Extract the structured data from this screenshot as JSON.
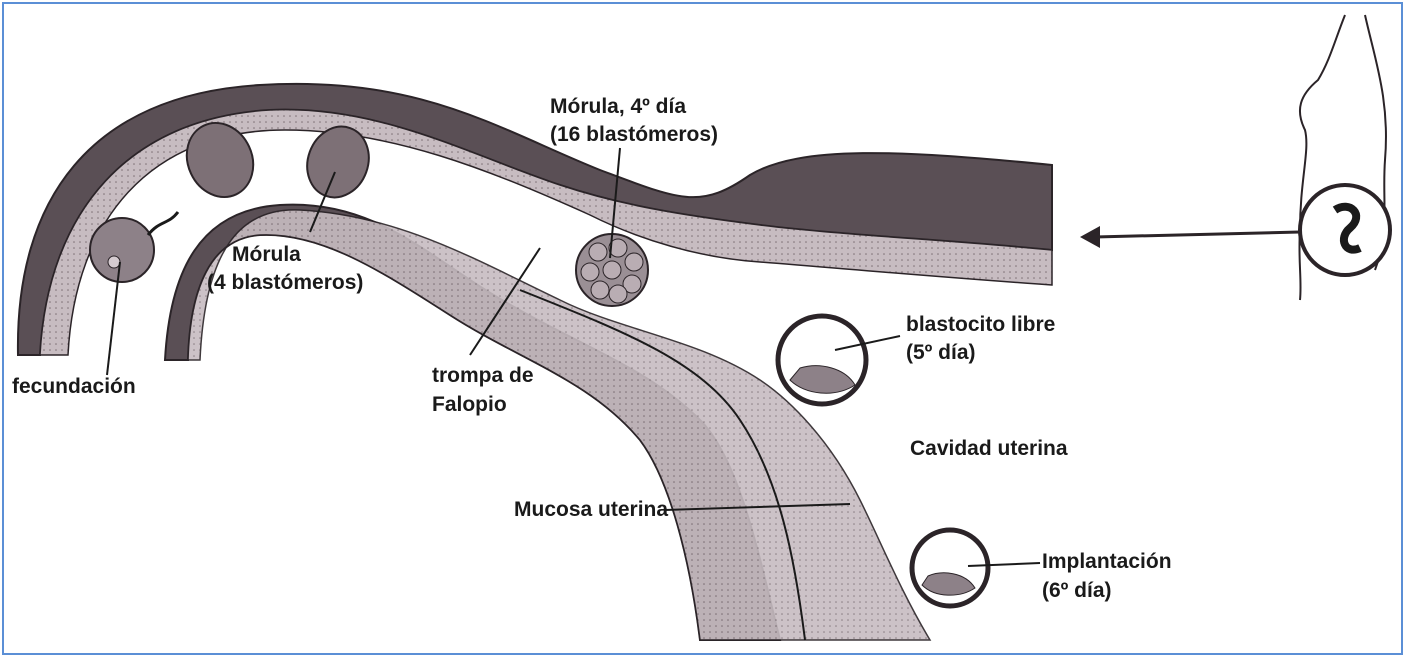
{
  "labels": {
    "morula16_line1": "Mórula, 4º día",
    "morula16_line2": "(16 blastómeros)",
    "morula4_line1": "Mórula",
    "morula4_line2": "(4 blastómeros)",
    "fecundacion": "fecundación",
    "trompa_line1": "trompa de",
    "trompa_line2": "Falopio",
    "blastocito_line1": "blastocito libre",
    "blastocito_line2": "(5º día)",
    "cavidad": "Cavidad uterina",
    "mucosa": "Mucosa uterina",
    "implantacion_line1": "Implantación",
    "implantacion_line2": "(6º día)"
  },
  "colors": {
    "frame": "#5b8fd6",
    "tissue_dark": "#5a4f55",
    "tissue_light": "#b9adb3",
    "ink": "#1a1a1a"
  }
}
